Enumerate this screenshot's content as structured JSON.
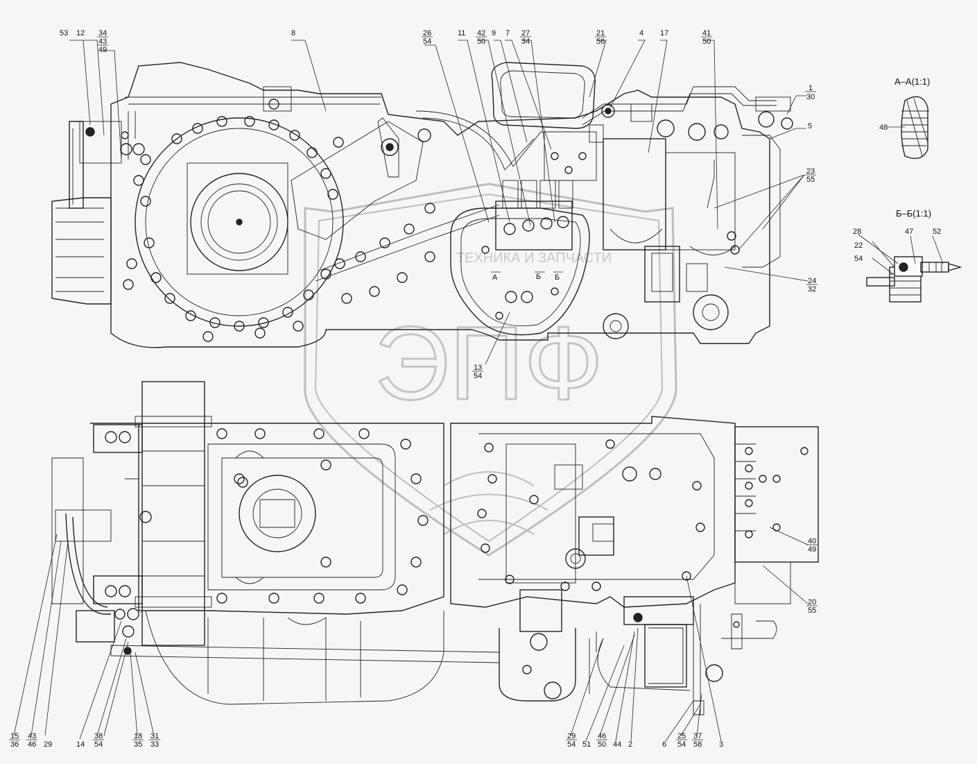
{
  "watermark": {
    "logo_text": "ЭПФ",
    "company_text": "ТЕХНИКА И ЗАПЧАСТИ"
  },
  "section_views": [
    {
      "id": "AA",
      "title": "А–А(1:1)",
      "part_labels": [
        "48"
      ]
    },
    {
      "id": "BB",
      "title": "Б–Б(1:1)",
      "part_labels": [
        "28",
        "47",
        "52",
        "22",
        "54"
      ]
    }
  ],
  "section_marks": [
    "А",
    "Б",
    "Б"
  ],
  "top_view_callouts": [
    {
      "top": "53",
      "bottom": ""
    },
    {
      "top": "12",
      "bottom": ""
    },
    {
      "top": "34",
      "bottom": "43"
    },
    {
      "top": "",
      "bottom": "49"
    },
    {
      "top": "8",
      "bottom": ""
    },
    {
      "top": "26",
      "bottom": "54"
    },
    {
      "top": "11",
      "bottom": ""
    },
    {
      "top": "42",
      "bottom": "50"
    },
    {
      "top": "9",
      "bottom": ""
    },
    {
      "top": "7",
      "bottom": ""
    },
    {
      "top": "27",
      "bottom": "34"
    },
    {
      "top": "21",
      "bottom": "56"
    },
    {
      "top": "4",
      "bottom": ""
    },
    {
      "top": "17",
      "bottom": ""
    },
    {
      "top": "41",
      "bottom": "50"
    },
    {
      "top": "1",
      "bottom": "30"
    },
    {
      "top": "5",
      "bottom": ""
    },
    {
      "top": "23",
      "bottom": "55"
    },
    {
      "top": "24",
      "bottom": "32"
    },
    {
      "top": "13",
      "bottom": "54"
    }
  ],
  "bottom_view_callouts": [
    {
      "top": "15",
      "bottom": "36"
    },
    {
      "top": "43",
      "bottom": "46"
    },
    {
      "top": "29",
      "bottom": ""
    },
    {
      "top": "14",
      "bottom": ""
    },
    {
      "top": "38",
      "bottom": "54"
    },
    {
      "top": "18",
      "bottom": "35"
    },
    {
      "top": "31",
      "bottom": "33"
    },
    {
      "top": "29",
      "bottom": "54"
    },
    {
      "top": "51",
      "bottom": ""
    },
    {
      "top": "46",
      "bottom": "50"
    },
    {
      "top": "44",
      "bottom": ""
    },
    {
      "top": "2",
      "bottom": ""
    },
    {
      "top": "6",
      "bottom": ""
    },
    {
      "top": "25",
      "bottom": "54"
    },
    {
      "top": "37",
      "bottom": "58"
    },
    {
      "top": "3",
      "bottom": ""
    },
    {
      "top": "40",
      "bottom": "49"
    },
    {
      "top": "20",
      "bottom": "55"
    }
  ]
}
